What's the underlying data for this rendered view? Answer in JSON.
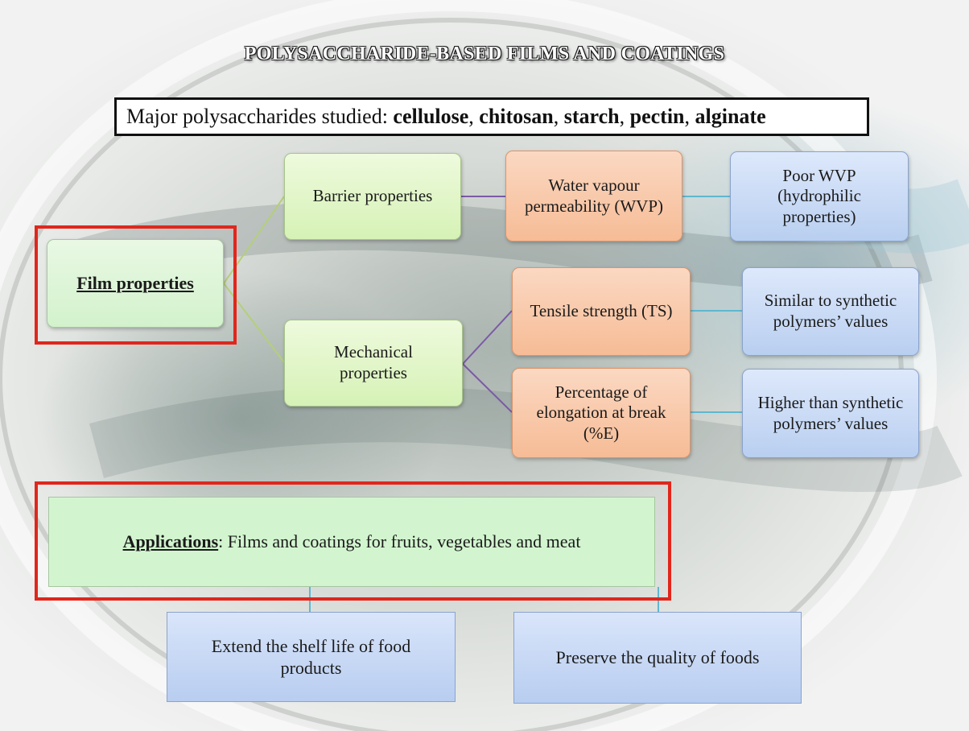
{
  "title": "POLYSACCHARIDE-BASED FILMS AND COATINGS",
  "major": {
    "prefix": "Major polysaccharides studied: ",
    "items": [
      "cellulose",
      "chitosan",
      "starch",
      "pectin",
      "alginate"
    ],
    "separator": ", "
  },
  "diagram": {
    "root": "Film properties",
    "barrier": "Barrier properties",
    "mechanical": "Mechanical properties",
    "wvp": "Water vapour permeability (WVP)",
    "ts": "Tensile strength (TS)",
    "elongation": "Percentage of elongation at break (%E)",
    "wvp_result": "Poor WVP (hydrophilic properties)",
    "ts_result": "Similar to synthetic polymers’ values",
    "elongation_result": "Higher than synthetic polymers’ values"
  },
  "applications": {
    "label": "Applications",
    "text": ": Films and coatings for fruits, vegetables and meat",
    "benefit_1": "Extend the shelf life of food products",
    "benefit_2": "Preserve the quality of foods"
  },
  "colors": {
    "green_node": "#d6f2b6",
    "orange_node": "#f6bc96",
    "blue_node": "#b9cff0",
    "highlight_frame": "#e1261c",
    "green_line": "#b5cf7a",
    "purple_line": "#7b5aa6",
    "teal_line": "#5fb7cf"
  }
}
